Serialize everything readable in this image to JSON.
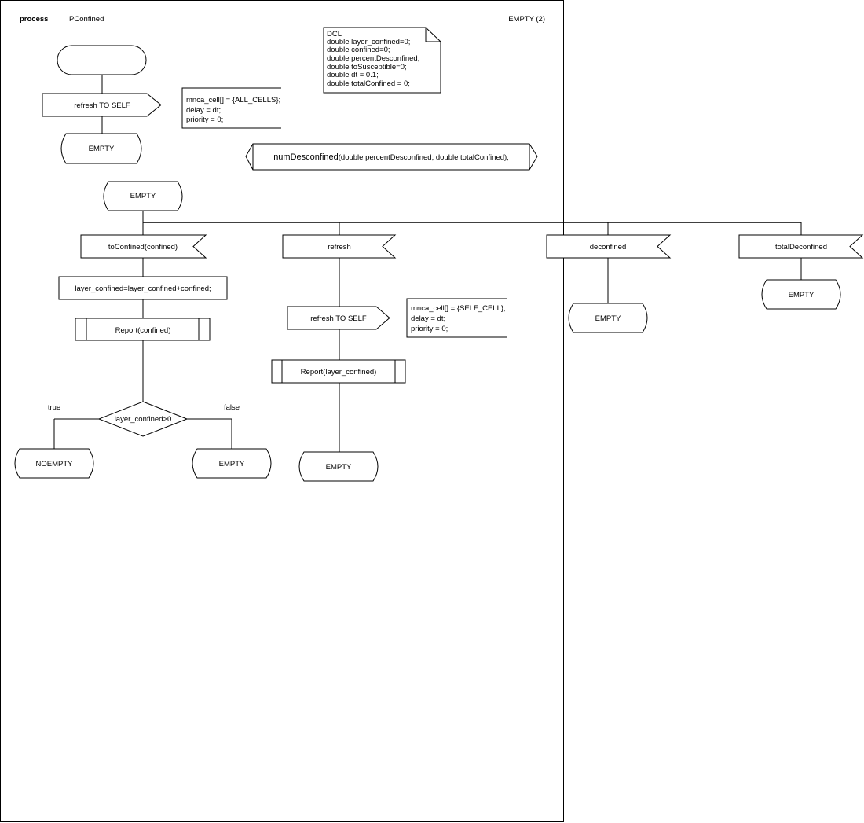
{
  "header": {
    "keyword": "process",
    "name": "PConfined",
    "page": "EMPTY (2)"
  },
  "declaration": {
    "lines": [
      "DCL",
      "double layer_confined=0;",
      "double confined=0;",
      "double percentDesconfined;",
      "double toSusceptible=0;",
      "double dt = 0.1;",
      "double totalConfined = 0;"
    ]
  },
  "procedure": {
    "name": "numDesconfined",
    "params": "(double percentDesconfined, double totalConfined);"
  },
  "start": {
    "output_label": "refresh TO SELF",
    "output_comment": [
      "mnca_cell[] = {ALL_CELLS};",
      "delay = dt;",
      "priority = 0;"
    ],
    "next_state": "EMPTY"
  },
  "state": {
    "name": "EMPTY",
    "branches": {
      "toConfined": {
        "input": "toConfined(confined)",
        "task": "layer_confined=layer_confined+confined;",
        "call": "Report(confined)",
        "decision": "layer_confined>0",
        "true_label": "true",
        "false_label": "false",
        "true_state": "NOEMPTY",
        "false_state": "EMPTY"
      },
      "refresh": {
        "input": "refresh",
        "output_label": "refresh TO SELF",
        "output_comment": [
          "mnca_cell[] = {SELF_CELL};",
          "delay = dt;",
          "priority = 0;"
        ],
        "call": "Report(layer_confined)",
        "next_state": "EMPTY"
      },
      "deconfined": {
        "input": "deconfined",
        "next_state": "EMPTY"
      },
      "totalDeconfined": {
        "input": "totalDeconfined",
        "next_state": "EMPTY"
      }
    }
  }
}
